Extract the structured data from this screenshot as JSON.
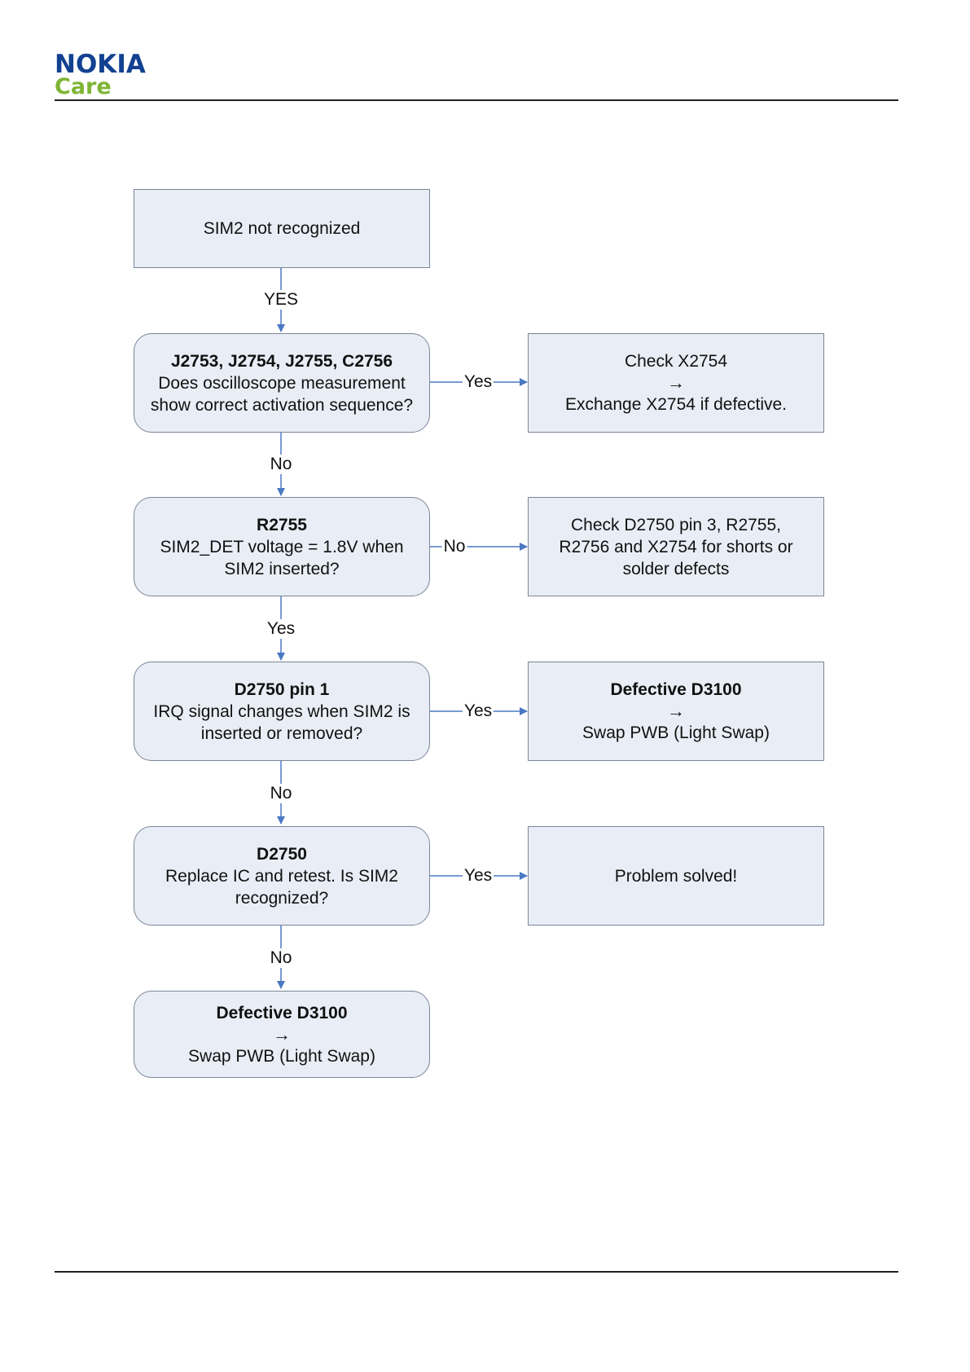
{
  "header": {
    "brand": "NOKIA",
    "sub": "Care"
  },
  "flow": {
    "start": {
      "text": "SIM2 not recognized"
    },
    "q1": {
      "title": "J2753, J2754, J2755, C2756",
      "line1": "Does oscilloscope measurement",
      "line2": "show correct activation sequence?"
    },
    "a1": {
      "line1": "Check X2754",
      "arrow": "→",
      "line2": "Exchange X2754 if defective."
    },
    "q2": {
      "title": "R2755",
      "line1": "SIM2_DET voltage = 1.8V when",
      "line2": "SIM2 inserted?"
    },
    "a2": {
      "line1": "Check D2750 pin 3, R2755,",
      "line2": "R2756 and X2754 for shorts or",
      "line3": "solder defects"
    },
    "q3": {
      "title": "D2750 pin 1",
      "line1": "IRQ signal changes when SIM2 is",
      "line2": "inserted or removed?"
    },
    "a3": {
      "title": "Defective D3100",
      "arrow": "→",
      "line2": "Swap PWB (Light Swap)"
    },
    "q4": {
      "title": "D2750",
      "line1": "Replace IC and retest. Is SIM2",
      "line2": "recognized?"
    },
    "a4": {
      "text": "Problem solved!"
    },
    "end": {
      "title": "Defective D3100",
      "arrow": "→",
      "line2": "Swap PWB (Light Swap)"
    }
  },
  "edges": {
    "start_q1": "YES",
    "q1_a1": "Yes",
    "q1_q2": "No",
    "q2_a2": "No",
    "q2_q3": "Yes",
    "q3_a3": "Yes",
    "q3_q4": "No",
    "q4_a4": "Yes",
    "q4_end": "No"
  },
  "colors": {
    "node_fill": "#e9eef6",
    "node_border": "#7a8696",
    "connector": "#4a78c2",
    "brand_blue": "#124191",
    "brand_green": "#7fb536"
  }
}
